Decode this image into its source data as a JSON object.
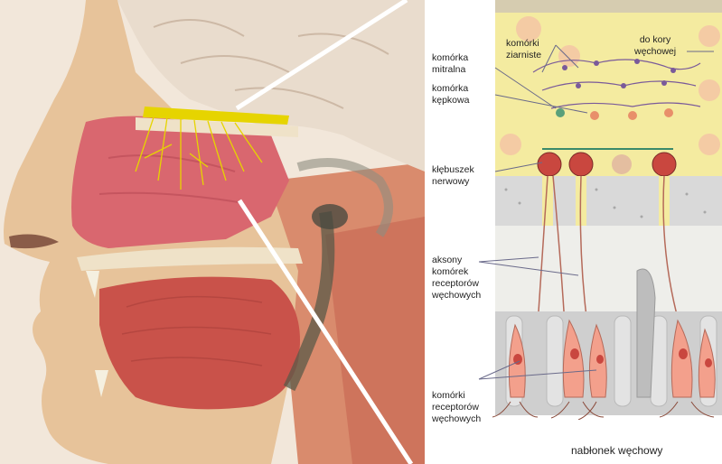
{
  "labels": {
    "mitral_cell": "komórka\nmitralna",
    "tufted_cell": "komórka\nkępkowa",
    "granule_cells": "komórki\nziarniste",
    "to_cortex": "do kory\nwęchowej",
    "glomerulus": "kłębuszek\nnerwowy",
    "receptor_axons": "aksony\nkomórek\nreceptorów\nwęchowych",
    "receptor_cells": "komórki\nreceptorów\nwęchowych",
    "epithelium": "nabłonek węchowy"
  },
  "colors": {
    "skin": "#e7c39a",
    "mucosa": "#d9676f",
    "muscle": "#c9524a",
    "bone": "#efe2c8",
    "nerve": "#e6d400",
    "bulb_yellow": "#f4eba0",
    "receptor_pink": "#f3a08c",
    "support_gray": "#cfcfcf",
    "pointer_white": "#ffffff"
  }
}
